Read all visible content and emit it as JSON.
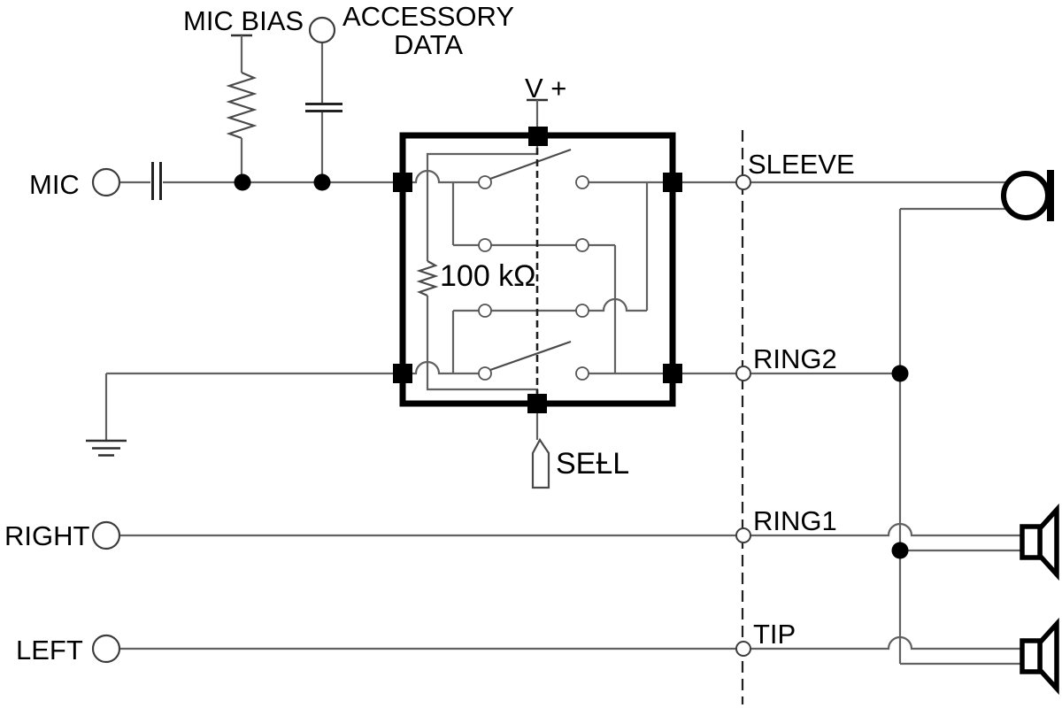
{
  "labels": {
    "mic": "MIC",
    "mic_bias": "MIC BIAS",
    "accessory_data_line1": "ACCESSORY",
    "accessory_data_line2": "DATA",
    "v_plus": "V +",
    "resistor_value": "100 kΩ",
    "sel": "SEȽL",
    "sleeve": "SLEEVE",
    "ring2": "RING2",
    "ring1": "RING1",
    "tip": "TIP",
    "right": "RIGHT",
    "left": "LEFT"
  },
  "colors": {
    "wire": "#616161",
    "ink": "#000000",
    "background": "#ffffff"
  }
}
